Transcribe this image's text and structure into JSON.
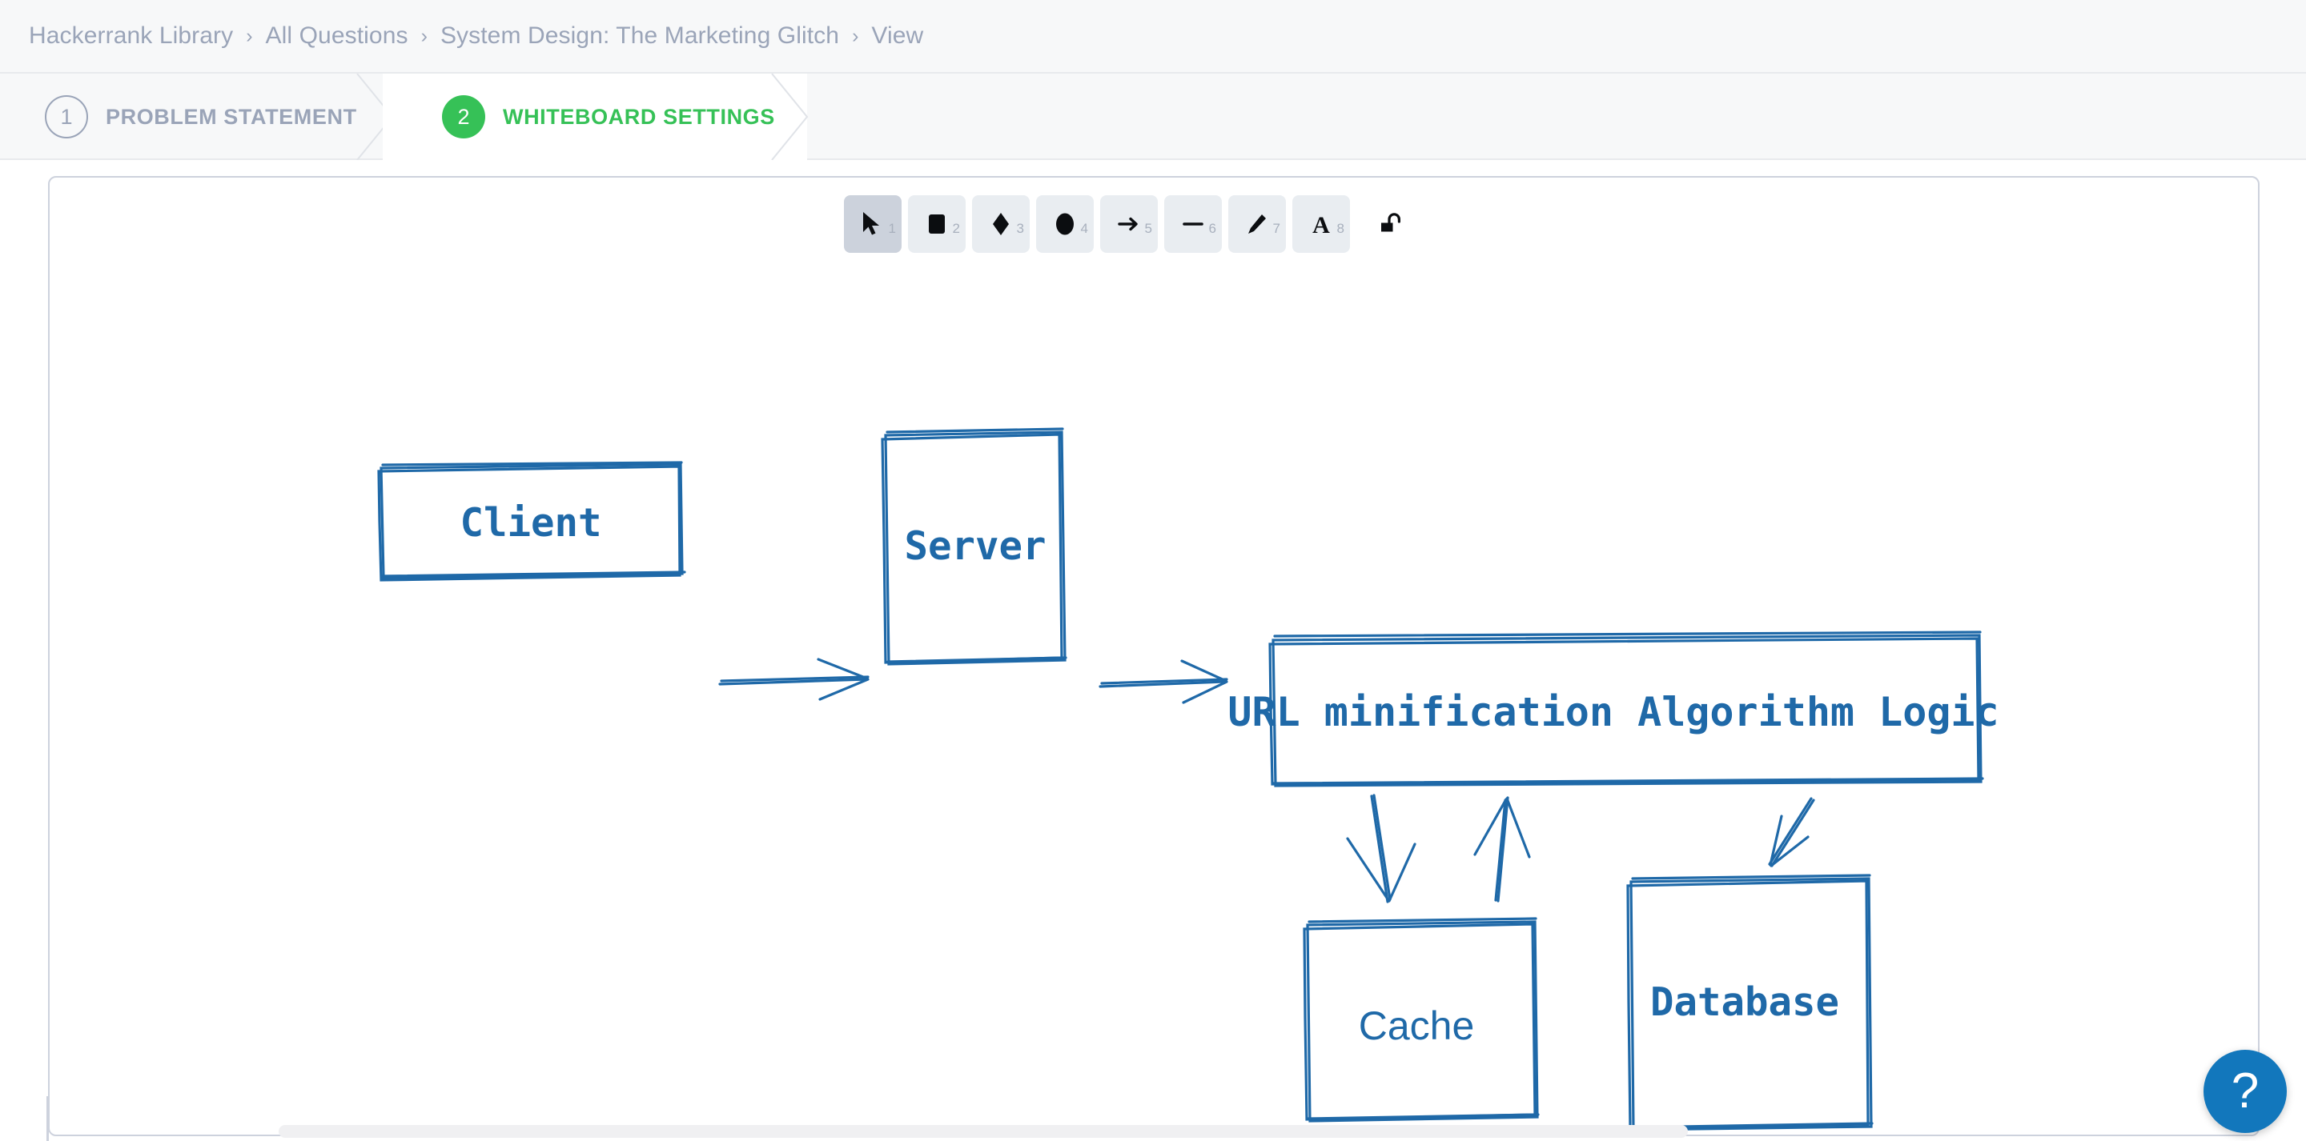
{
  "breadcrumb": {
    "separator": "›",
    "items": [
      {
        "label": "Hackerrank Library"
      },
      {
        "label": "All Questions"
      },
      {
        "label": "System Design: The Marketing Glitch"
      },
      {
        "label": "View"
      }
    ]
  },
  "steps": [
    {
      "number": "1",
      "label": "PROBLEM STATEMENT",
      "active": false
    },
    {
      "number": "2",
      "label": "WHITEBOARD SETTINGS",
      "active": true
    }
  ],
  "toolbar": {
    "tools": [
      {
        "name": "selection-tool",
        "icon": "cursor-arrow-icon",
        "shortcut": "1",
        "active": true
      },
      {
        "name": "rectangle-tool",
        "icon": "rectangle-icon",
        "shortcut": "2",
        "active": false
      },
      {
        "name": "diamond-tool",
        "icon": "diamond-icon",
        "shortcut": "3",
        "active": false
      },
      {
        "name": "ellipse-tool",
        "icon": "ellipse-icon",
        "shortcut": "4",
        "active": false
      },
      {
        "name": "arrow-tool",
        "icon": "arrow-right-icon",
        "shortcut": "5",
        "active": false
      },
      {
        "name": "line-tool",
        "icon": "line-icon",
        "shortcut": "6",
        "active": false
      },
      {
        "name": "draw-tool",
        "icon": "pencil-icon",
        "shortcut": "7",
        "active": false
      },
      {
        "name": "text-tool",
        "icon": "text-a-icon",
        "shortcut": "8",
        "active": false
      }
    ],
    "lock": {
      "name": "lock-toggle",
      "icon": "unlock-icon",
      "locked": false
    }
  },
  "diagram": {
    "stroke_color": "#1f69a8",
    "nodes": [
      {
        "id": "client",
        "label": "Client"
      },
      {
        "id": "server",
        "label": "Server"
      },
      {
        "id": "logic",
        "label": "URL minification Algorithm Logic"
      },
      {
        "id": "cache",
        "label": "Cache"
      },
      {
        "id": "database",
        "label": "Database"
      }
    ],
    "edges": [
      {
        "from": "client",
        "to": "server",
        "direction": "right"
      },
      {
        "from": "server",
        "to": "logic",
        "direction": "right"
      },
      {
        "from": "logic",
        "to": "cache",
        "direction": "down"
      },
      {
        "from": "cache",
        "to": "logic",
        "direction": "up"
      },
      {
        "from": "logic",
        "to": "database",
        "direction": "down-left"
      }
    ]
  },
  "help": {
    "label": "?",
    "color": "#1277bc"
  },
  "colors": {
    "accent_green": "#36c157",
    "muted_text": "#9aa4b8",
    "diagram_blue": "#1f69a8",
    "toolbar_bg": "#e9edf1",
    "toolbar_active_bg": "#ccd2dc"
  }
}
